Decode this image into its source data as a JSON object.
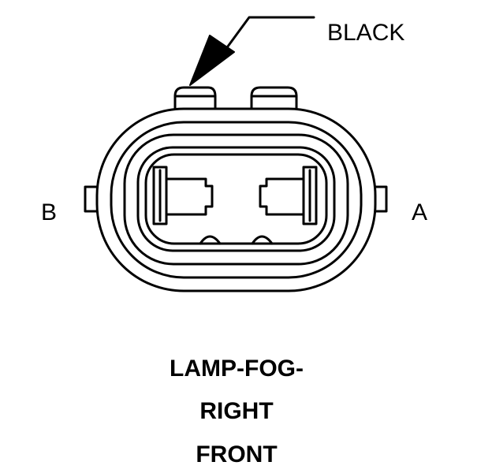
{
  "labels": {
    "wire_color": "BLACK",
    "terminal_left": "B",
    "terminal_right": "A"
  },
  "title": {
    "lines": [
      "LAMP-FOG-",
      "RIGHT",
      "FRONT"
    ]
  }
}
